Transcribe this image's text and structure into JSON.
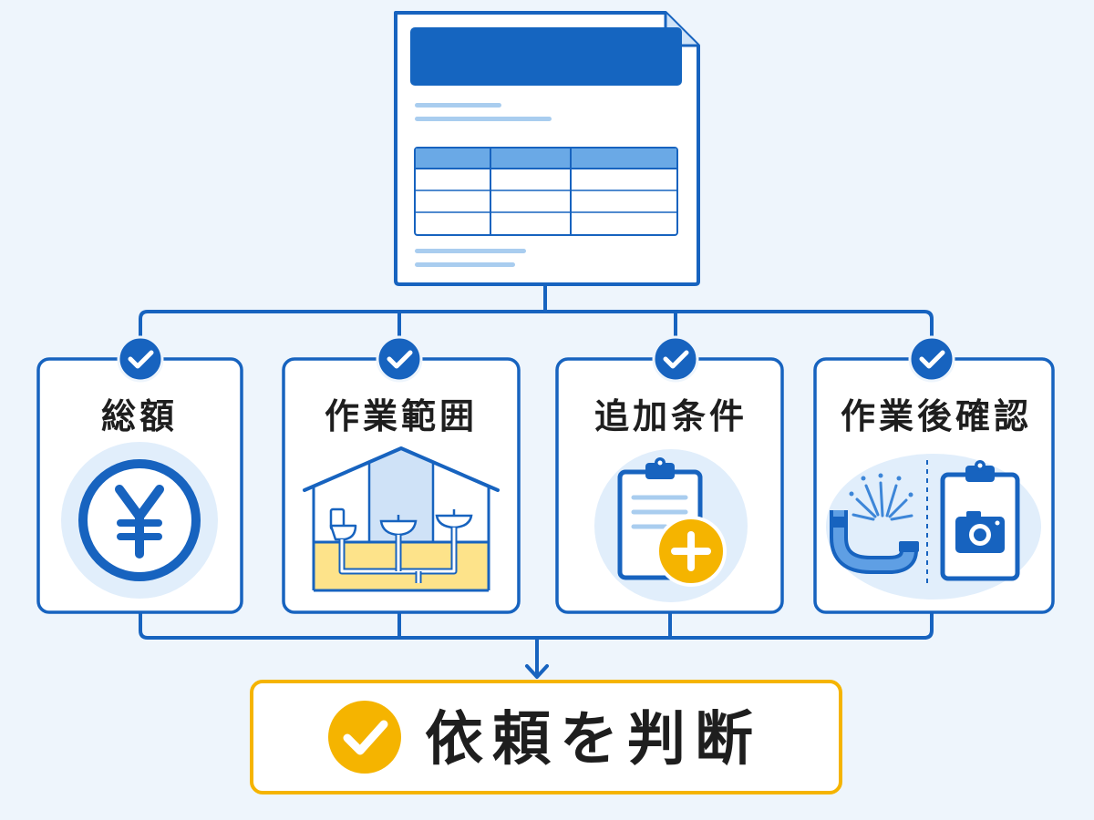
{
  "diagram": {
    "document": {
      "name": "quote-document"
    },
    "cards": [
      {
        "id": "total",
        "label": "総額",
        "icon": "yen-icon"
      },
      {
        "id": "scope",
        "label": "作業範囲",
        "icon": "house-plumbing-icon"
      },
      {
        "id": "extra",
        "label": "追加条件",
        "icon": "clipboard-plus-icon"
      },
      {
        "id": "aftercheck",
        "label": "作業後確認",
        "icon": "pipe-leak-camera-icon"
      }
    ],
    "decision": {
      "label": "依頼を判断",
      "icon": "check-circle-icon"
    },
    "colors": {
      "primary": "#1763bf",
      "background": "#eef5fc",
      "accent": "#f5b400",
      "light_blue": "#dcecfb",
      "mid_blue": "#6aa9e6",
      "yellow_fill": "#fde38a"
    }
  }
}
